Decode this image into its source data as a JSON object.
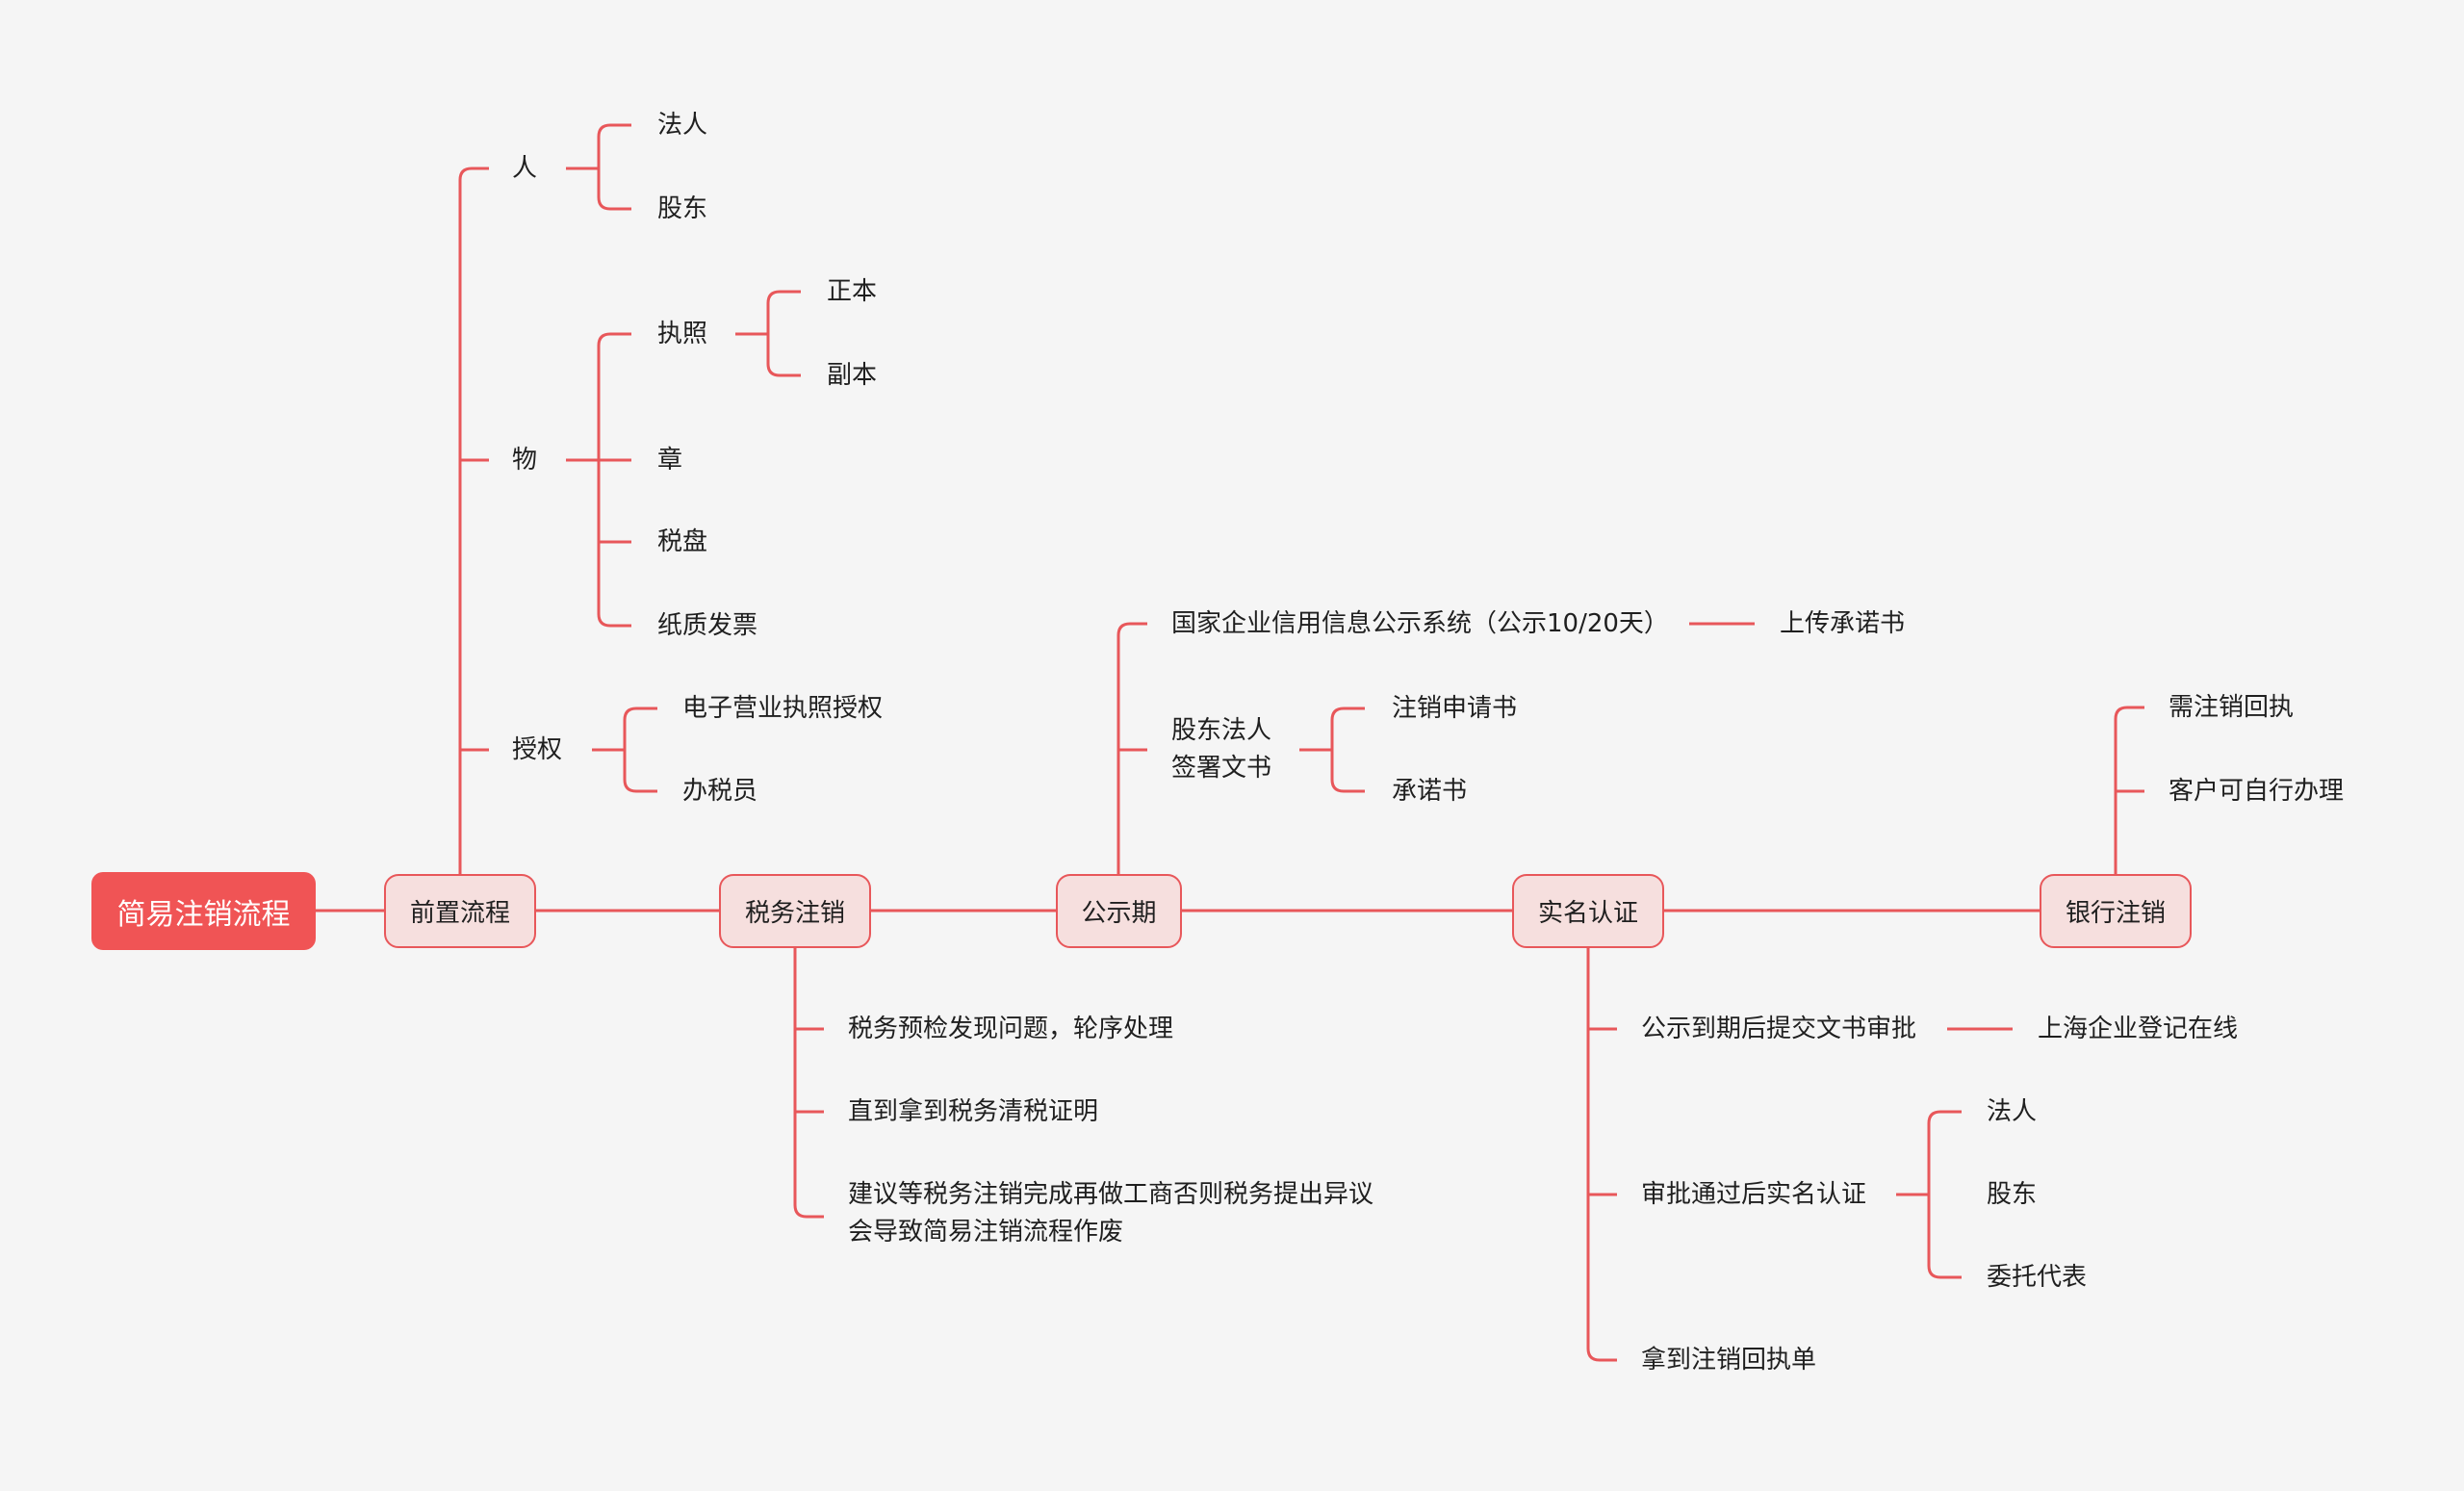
{
  "colors": {
    "line": "#e8575a",
    "root_fill": "#f05455",
    "node_fill": "#f6dfde",
    "background": "#f5f5f5"
  },
  "root": {
    "label": "简易注销流程"
  },
  "main_steps": {
    "pre": "前置流程",
    "tax": "税务注销",
    "notice": "公示期",
    "realname": "实名认证",
    "bank": "银行注销"
  },
  "pre": {
    "people": {
      "label": "人",
      "items": [
        "法人",
        "股东"
      ]
    },
    "things": {
      "label": "物",
      "license": {
        "label": "执照",
        "items": [
          "正本",
          "副本"
        ]
      },
      "items": [
        "章",
        "税盘",
        "纸质发票"
      ]
    },
    "auth": {
      "label": "授权",
      "items": [
        "电子营业执照授权",
        "办税员"
      ]
    }
  },
  "notice": {
    "system": {
      "label": "国家企业信用信息公示系统（公示10/20天）",
      "next": "上传承诺书"
    },
    "sign": {
      "line1": "股东法人",
      "line2": "签署文书",
      "items": [
        "注销申请书",
        "承诺书"
      ]
    }
  },
  "tax": {
    "items": [
      "税务预检发现问题，轮序处理",
      "直到拿到税务清税证明"
    ],
    "note": {
      "line1": "建议等税务注销完成再做工商否则税务提出异议",
      "line2": "会导致简易注销流程作废"
    }
  },
  "realname": {
    "submit": {
      "label": "公示到期后提交文书审批",
      "next": "上海企业登记在线"
    },
    "approve": {
      "label": "审批通过后实名认证",
      "items": [
        "法人",
        "股东",
        "委托代表"
      ]
    },
    "receipt": "拿到注销回执单"
  },
  "bank": {
    "items": [
      "需注销回执",
      "客户可自行办理"
    ]
  }
}
